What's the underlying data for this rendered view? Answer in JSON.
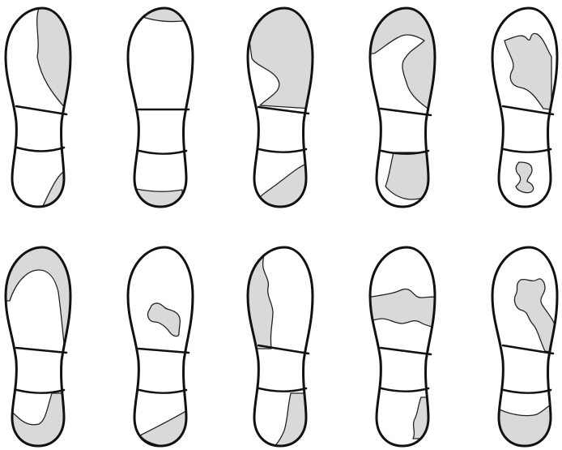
{
  "colors": {
    "background": "#ffffff",
    "outline": "#111111",
    "wear_shading": "#d9d9d9"
  },
  "figure": {
    "rows": 2,
    "columns": 5,
    "soles": [
      {
        "id": "r1c1",
        "wear": [
          "forefoot-right-edge",
          "heel-right"
        ]
      },
      {
        "id": "r1c2",
        "wear": [
          "toe-tip",
          "heel-bottom-left"
        ]
      },
      {
        "id": "r1c3",
        "wear": [
          "forefoot-most",
          "heel-right"
        ]
      },
      {
        "id": "r1c4",
        "wear": [
          "forefoot-outer",
          "heel-most"
        ]
      },
      {
        "id": "r1c5",
        "wear": [
          "forefoot-center-patch",
          "heel-left-patch"
        ]
      },
      {
        "id": "r2c1",
        "wear": [
          "toe-rim",
          "heel-bottom"
        ]
      },
      {
        "id": "r2c2",
        "wear": [
          "forefoot-small-patch",
          "heel-bottom-right"
        ]
      },
      {
        "id": "r2c3",
        "wear": [
          "forefoot-left-edge",
          "heel-right"
        ]
      },
      {
        "id": "r2c4",
        "wear": [
          "forefoot-band",
          "heel-right-strip"
        ]
      },
      {
        "id": "r2c5",
        "wear": [
          "forefoot-right-patch",
          "heel-bottom"
        ]
      }
    ]
  }
}
